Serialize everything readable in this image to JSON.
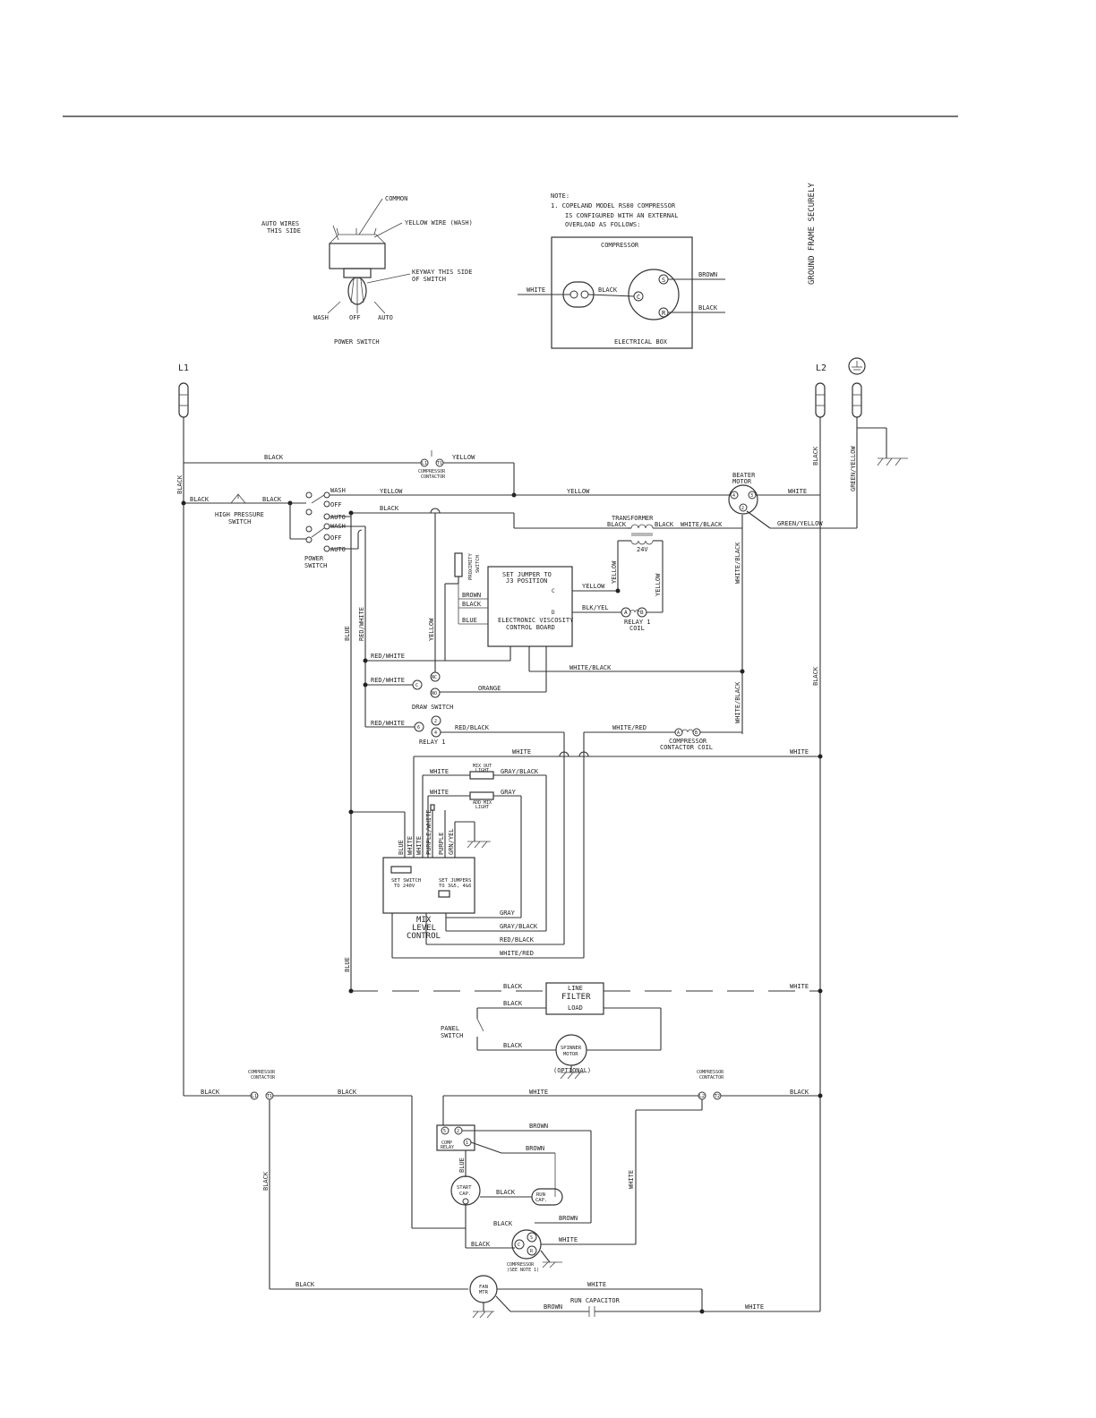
{
  "power_switch": {
    "common": "COMMON",
    "auto_wires_1": "AUTO WIRES",
    "auto_wires_2": "THIS SIDE",
    "yellow_wire": "YELLOW WIRE (WASH)",
    "keyway_1": "KEYWAY THIS SIDE",
    "keyway_2": "OF SWITCH",
    "pos_wash": "WASH",
    "pos_off": "OFF",
    "pos_auto": "AUTO",
    "title": "POWER SWITCH"
  },
  "note": {
    "line1": "NOTE:",
    "line2": "1. COPELAND MODEL RS80 COMPRESSOR",
    "line3": "IS CONFIGURED WITH AN EXTERNAL",
    "line4": "OVERLOAD AS FOLLOWS:",
    "compressor": "COMPRESSOR",
    "white": "WHITE",
    "black": "BLACK",
    "brown": "BROWN",
    "black2": "BLACK",
    "electrical_box": "ELECTRICAL BOX",
    "term_c": "C",
    "term_s": "S",
    "term_r": "R"
  },
  "ground_frame": "GROUND FRAME SECURELY",
  "lines": {
    "l1": "L1",
    "l2": "L2"
  },
  "wires": {
    "black": "BLACK",
    "yellow": "YELLOW",
    "white": "WHITE",
    "blue": "BLUE",
    "red_white": "RED/WHITE",
    "white_black": "WHITE/BLACK",
    "green_yellow": "GREEN/YELLOW",
    "brown": "BROWN",
    "orange": "ORANGE",
    "red_black": "RED/BLACK",
    "white_red": "WHITE/RED",
    "gray_black": "GRAY/BLACK",
    "gray": "GRAY",
    "purple_white": "PURPLE/WHITE",
    "purple": "PURPLE",
    "grn_yel": "GRN/YEL",
    "blk_yel": "BLK/YEL"
  },
  "components": {
    "compressor_contactor": "COMPRESSOR",
    "contactor": "CONTACTOR",
    "high_pressure_1": "HIGH PRESSURE",
    "high_pressure_2": "SWITCH",
    "wash": "WASH",
    "off": "OFF",
    "auto": "AUTO",
    "power_switch_1": "POWER",
    "power_switch_2": "SWITCH",
    "beater_motor_1": "BEATER",
    "beater_motor_2": "MOTOR",
    "transformer": "TRANSFORMER",
    "v24": "24V",
    "prox_switch_1": "PROXIMITY",
    "prox_switch_2": "SWITCH",
    "set_jumper_1": "SET JUMPER TO",
    "set_jumper_2": "J3 POSITION",
    "evcb_1": "ELECTRONIC VISCOSITY",
    "evcb_2": "CONTROL BOARD",
    "relay1_coil_1": "RELAY 1",
    "relay1_coil_2": "COIL",
    "draw_switch": "DRAW SWITCH",
    "relay1": "RELAY 1",
    "comp_coil_1": "COMPRESSOR",
    "comp_coil_2": "CONTACTOR COIL",
    "mix_out_1": "MIX OUT",
    "mix_out_2": "LIGHT",
    "add_mix_1": "ADD MIX",
    "add_mix_2": "LIGHT",
    "set_switch_1": "SET SWITCH",
    "set_switch_2": "TO 240V",
    "set_jumpers_1": "SET JUMPERS",
    "set_jumpers_2": "TO 3&5, 4&6",
    "mix_1": "MIX",
    "mix_2": "LEVEL",
    "mix_3": "CONTROL",
    "line_filter_1": "LINE",
    "line_filter_2": "FILTER",
    "line_filter_3": "LOAD",
    "panel_switch_1": "PANEL",
    "panel_switch_2": "SWITCH",
    "spinner_1": "SPINNER",
    "spinner_2": "MOTOR",
    "optional": "(OPTIONAL)",
    "comp_relay_1": "COMP",
    "comp_relay_2": "RELAY",
    "start_cap_1": "START",
    "start_cap_2": "CAP.",
    "run_cap_1": "RUN",
    "run_cap_2": "CAP.",
    "compressor": "COMPRESSOR",
    "see_note": "(SEE NOTE 1)",
    "fan_1": "FAN",
    "fan_2": "MTR",
    "run_capacitor": "RUN CAPACITOR"
  },
  "terminals": {
    "t_l1": "L1",
    "t_t1": "T1",
    "t_l2": "L2",
    "t_t2": "T2",
    "t_nc": "NC",
    "t_c": "C",
    "t_no": "NO",
    "t_2": "2",
    "t_4": "4",
    "t_6": "6",
    "t_a": "A",
    "t_b": "B",
    "t_d": "D",
    "t_4m": "4",
    "t_3m": "3",
    "t_2m": "2",
    "t_5": "5",
    "t_1": "1",
    "t_s": "S",
    "t_r": "R"
  }
}
